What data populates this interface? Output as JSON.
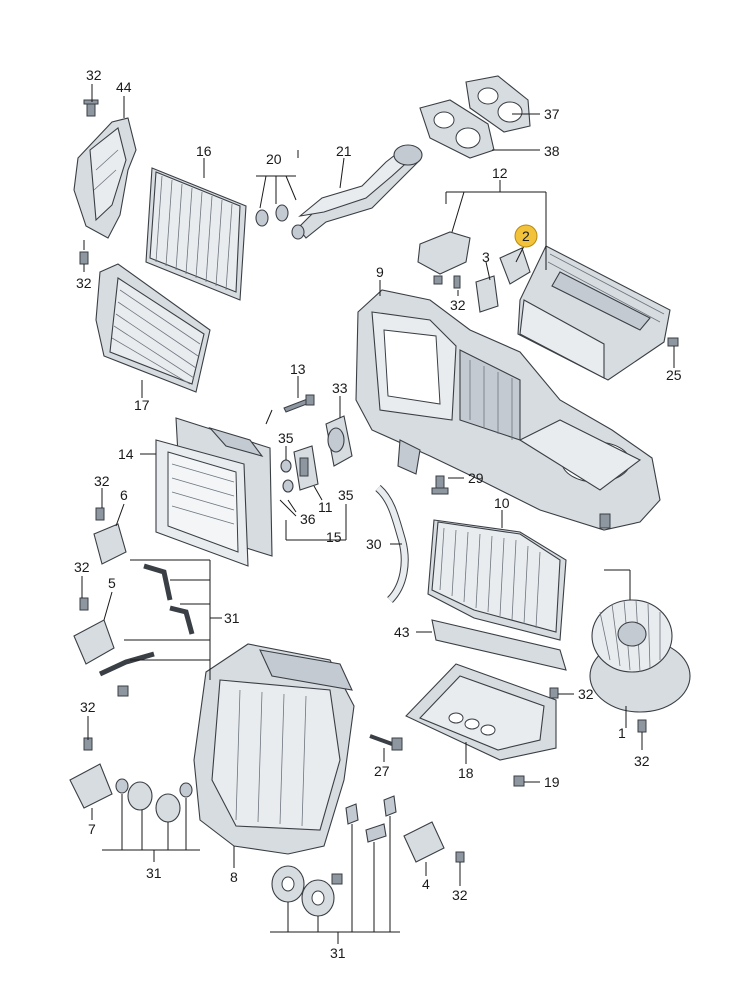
{
  "callouts": {
    "c1": "1",
    "c2": "2",
    "c3": "3",
    "c4": "4",
    "c5": "5",
    "c6": "6",
    "c7": "7",
    "c8": "8",
    "c9": "9",
    "c10": "10",
    "c11": "11",
    "c12": "12",
    "c13": "13",
    "c14": "14",
    "c15": "15",
    "c16": "16",
    "c17": "17",
    "c18": "18",
    "c19": "19",
    "c20": "20",
    "c21": "21",
    "c25": "25",
    "c27": "27",
    "c29": "29",
    "c30": "30",
    "c31": "31",
    "c32": "32",
    "c33": "33",
    "c35": "35",
    "c36": "36",
    "c37": "37",
    "c38": "38",
    "c43": "43",
    "c44": "44"
  },
  "highlight": {
    "callout": "2",
    "color": "#f2c23a"
  }
}
